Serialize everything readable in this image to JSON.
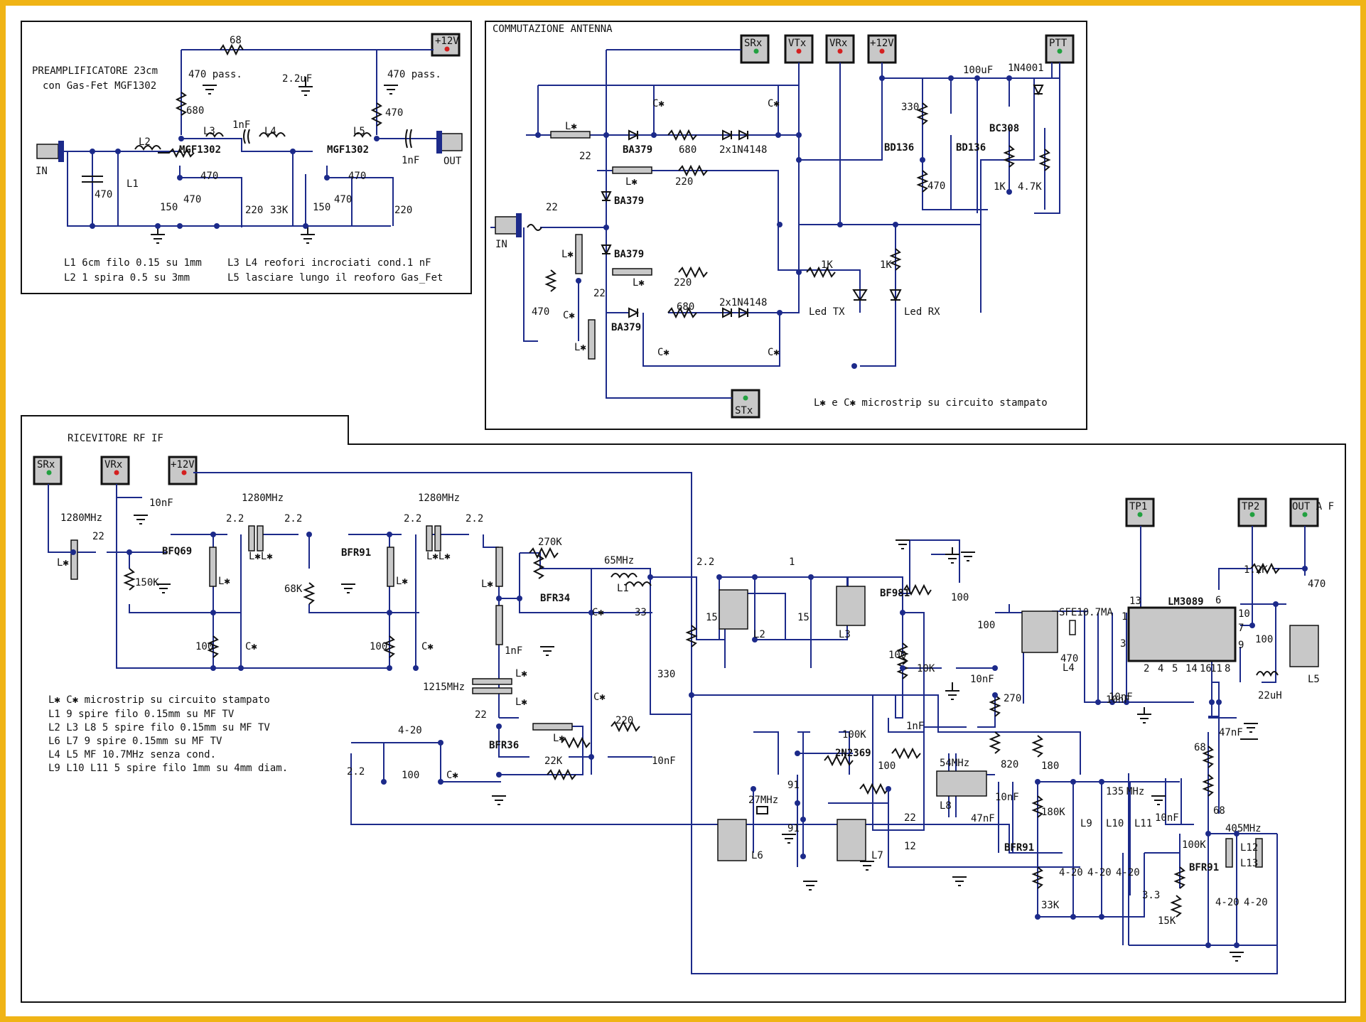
{
  "sections": {
    "preamp": {
      "title_line1": "PREAMPLIFICATORE 23cm",
      "title_line2": "con Gas-Fet MGF1302",
      "notes": [
        "L1 6cm filo 0.15 su 1mm",
        "L2 1 spira 0.5 su 3mm",
        "L3 L4 reofori incrociati  cond.1 nF",
        "L5 lasciare lungo il reoforo Gas_Fet"
      ],
      "connectors": {
        "supply": "+12V",
        "in": "IN",
        "out": "OUT"
      },
      "labels": {
        "r68": "68",
        "c22uf": "2.2uF",
        "c470pass1": "470 pass.",
        "c470pass2": "470 pass.",
        "r680": "680",
        "r470": "470",
        "l2": "L2",
        "l3": "L3",
        "c1nf_a": "1nF",
        "l4": "L4",
        "l5": "L5",
        "q1": "MGF1302",
        "q2": "MGF1302",
        "c1nf_b": "1nF",
        "c470_in": "470",
        "l1": "L1",
        "r150_a": "150",
        "c470_a": "470",
        "c470_b": "470",
        "r220_a": "220",
        "r33k": "33K",
        "r150_b": "150",
        "c470_c": "470",
        "c470_d": "470",
        "r220_b": "220"
      }
    },
    "antenna": {
      "title": "COMMUTAZIONE ANTENNA",
      "note": "L✱ e C✱ microstrip su circuito stampato",
      "connectors": {
        "srx": "SRx",
        "vtx": "VTx",
        "vrx": "VRx",
        "supply": "+12V",
        "ptt": "PTT",
        "stx": "STx",
        "in": "IN"
      },
      "labels": {
        "lms1": "L✱",
        "cms1": "C✱",
        "cms2": "C✱",
        "d1": "BA379",
        "r680_a": "680",
        "d2": "2x1N4148",
        "c22_a": "22",
        "lms2": "L✱",
        "r220_a": "220",
        "d3": "BA379",
        "c22_in": "22",
        "lms3": "L✱",
        "d4": "BA379",
        "lms4": "L✱",
        "r220_b": "220",
        "r1k_a": "1K",
        "c22_b": "22",
        "r470": "470",
        "cms3": "C✱",
        "d5": "BA379",
        "r680_b": "680",
        "d6": "2x1N4148",
        "led_tx": "Led TX",
        "led_rx": "Led RX",
        "r1k_b": "1K",
        "lms5": "L✱",
        "cms4": "C✱",
        "cms5": "C✱",
        "r330": "330",
        "c100uf": "100uF",
        "d7": "1N4001",
        "q1": "BD136",
        "q2": "BD136",
        "q3": "BC308",
        "r470_b": "470",
        "r1k_c": "1K",
        "r47k": "4.7K"
      }
    },
    "receiver": {
      "title": "RICEVITORE RF IF",
      "notes": [
        "L✱ C✱ microstrip su circuito stampato",
        "L1 9 spire filo 0.15mm su MF TV",
        "L2 L3 L8 5 spire filo 0.15mm su MF TV",
        "L6 L7 9 spire 0.15mm su MF TV",
        "L4 L5 MF 10.7MHz senza cond.",
        "L9 L10 L11 5 spire filo 1mm su 4mm diam."
      ],
      "connectors": {
        "srx": "SRx",
        "vrx": "VRx",
        "supply": "+12V",
        "tp1": "TP1",
        "tp2": "TP2",
        "out": "OUT A F"
      },
      "labels": {
        "f1280_a": "1280MHz",
        "lms_a": "L✱",
        "c22_a": "22",
        "c10nf_a": "10nF",
        "q1": "BFQ69",
        "r150k": "150K",
        "lms_b": "L✱",
        "r100_a": "100",
        "cms_a": "C✱",
        "c22_b": "2.2",
        "f1280_b": "1280MHz",
        "lms_c": "L✱L✱",
        "c22_c": "2.2",
        "q2": "BFR91",
        "r68k": "68K",
        "lms_d": "L✱",
        "r100_b": "100",
        "cms_b": "C✱",
        "c22_d": "2.2",
        "f1280_c": "1280MHz",
        "lms_e": "L✱L✱",
        "c22_e": "2.2",
        "r270k": "270K",
        "f65": "65MHz",
        "l1": "L1",
        "lms_f": "L✱",
        "q3": "BFR34",
        "cms_c": "C✱",
        "c33": "33",
        "c1nf_a": "1nF",
        "f1215": "1215MHz",
        "lms_g": "L✱",
        "lms_h": "L✱",
        "cms_d": "C✱",
        "c22_f": "22",
        "lms_i": "L✱",
        "r220": "220",
        "c4_20_a": "4-20",
        "q4": "BFR36",
        "c2_2_g": "2.2",
        "r100_c": "100",
        "cms_e": "C✱",
        "r22k": "22K",
        "c10nf_b": "10nF",
        "r330": "330",
        "c2_2_h": "2.2",
        "c15_a": "15",
        "l2": "L2",
        "c1": "1",
        "c15_b": "15",
        "l3": "L3",
        "q5": "BF981",
        "r100_d": "100",
        "c100_a": "100",
        "r100_e": "100",
        "r10k": "10K",
        "c10nf_c": "10nF",
        "c1nf_b": "1nF",
        "r270": "270",
        "sfe": "SFE10.7MA",
        "l4": "L4",
        "r470_b": "470",
        "c10nf_d": "10nF",
        "ic": "LM3089",
        "pin13": "13",
        "pin6": "6",
        "pin1": "1",
        "pin3": "3",
        "pin10": "10",
        "pin7": "7",
        "pin9": "9",
        "pin2": "2",
        "pin4": "4",
        "pin5": "5",
        "pin14": "14",
        "pin16": "16",
        "pin11": "11",
        "pin8": "8",
        "r12k": "1.2K",
        "c470_e": "470",
        "c100_b": "100",
        "l5": "L5",
        "c10nf_e": "10nF",
        "l22uh": "22uH",
        "c47nf_a": "47nF",
        "r68_a": "68",
        "r68_b": "68",
        "r100k_a": "100K",
        "r100_f": "100",
        "q6": "2N2369",
        "f54": "54MHz",
        "l8": "L8",
        "r820": "820",
        "c47nf_b": "47nF",
        "c10nf_f": "10nF",
        "f27": "27MHz",
        "c91_a": "91",
        "c91_b": "91",
        "l6": "L6",
        "l7": "L7",
        "c22_j": "22",
        "c12": "12",
        "r180": "180",
        "r180k": "180K",
        "f135": "135",
        "mhz": "MHz",
        "l9": "L9",
        "l10": "L10",
        "l11": "L11",
        "c10nf_g": "10nF",
        "q7": "BFR91",
        "c4_20_b": "4-20",
        "c4_20_c": "4-20",
        "c4_20_d": "4-20",
        "r33k": "33K",
        "r100k_b": "100K",
        "f405": "405MHz",
        "l12": "L12",
        "l13": "L13",
        "q8": "BFR91",
        "c3_3": "3.3",
        "r15k": "15K",
        "c4_20_e": "4-20",
        "c4_20_f": "4-20"
      }
    }
  },
  "colors": {
    "wire": "#1c2a8a",
    "border": "#f0b416",
    "connector_fill": "#c8c8c8",
    "pin_red": "#d42020",
    "pin_green": "#22a040"
  }
}
